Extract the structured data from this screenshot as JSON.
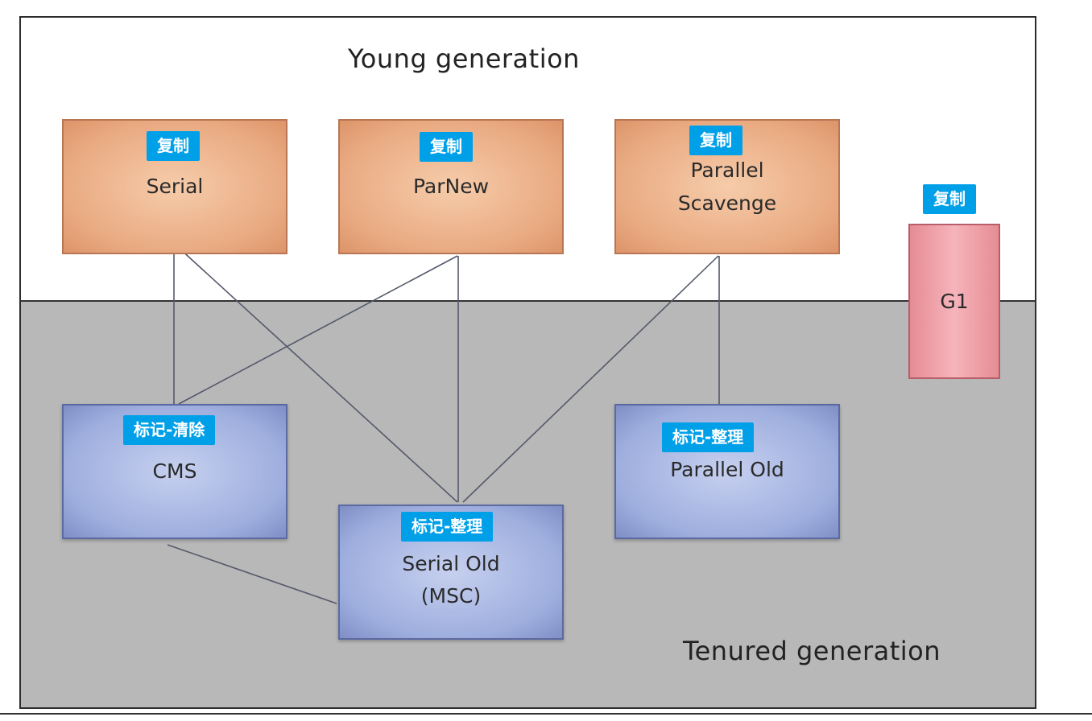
{
  "young_generation": {
    "title": "Young generation",
    "collectors": [
      {
        "name": "Serial",
        "algorithm": "复制"
      },
      {
        "name": "ParNew",
        "algorithm": "复制"
      },
      {
        "name": [
          "Parallel",
          "Scavenge"
        ],
        "algorithm": "复制"
      }
    ]
  },
  "tenured_generation": {
    "title": "Tenured generation",
    "collectors": [
      {
        "name": "CMS",
        "algorithm": "标记-清除"
      },
      {
        "name": [
          "Serial Old",
          "(MSC)"
        ],
        "algorithm": "标记-整理"
      },
      {
        "name": "Parallel Old",
        "algorithm": "标记-整理"
      }
    ]
  },
  "g1": {
    "name": "G1",
    "algorithm": "复制"
  },
  "colors": {
    "young_box": "#e9aa82",
    "tenured_box": "#9eaede",
    "g1_box": "#f6b4bb",
    "tenured_background": "#b8b8b8",
    "tag_background": "#00a0e9",
    "tag_text": "#ffffff"
  },
  "connections": [
    [
      "Serial",
      "CMS"
    ],
    [
      "Serial",
      "Serial Old"
    ],
    [
      "ParNew",
      "CMS"
    ],
    [
      "ParNew",
      "Serial Old"
    ],
    [
      "Parallel Scavenge",
      "Serial Old"
    ],
    [
      "Parallel Scavenge",
      "Parallel Old"
    ],
    [
      "CMS",
      "Serial Old"
    ]
  ]
}
